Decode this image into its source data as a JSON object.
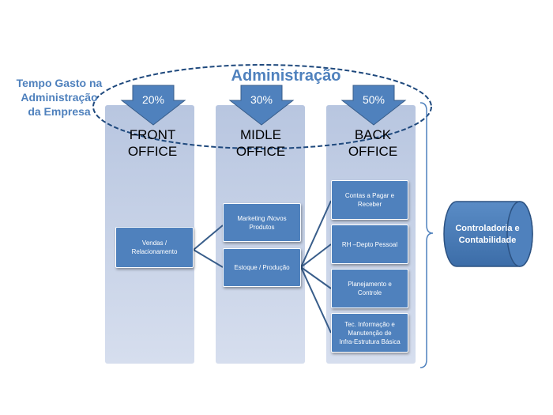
{
  "title": "Administração",
  "side_label": [
    "Tempo Gasto na",
    "Administração",
    "da Empresa"
  ],
  "columns": [
    {
      "percent": "20%",
      "line1": "FRONT",
      "line2": "OFFICE"
    },
    {
      "percent": "30%",
      "line1": "MIDLE",
      "line2": "OFFICE"
    },
    {
      "percent": "50%",
      "line1": "BACK",
      "line2": "OFFICE"
    }
  ],
  "front_boxes": [
    [
      "Vendas /",
      "Relacionamento"
    ]
  ],
  "middle_boxes": [
    [
      "Marketing /Novos",
      "Produtos"
    ],
    [
      "Estoque / Produção"
    ]
  ],
  "back_boxes": [
    [
      "Contas a Pagar e",
      "Receber"
    ],
    [
      "RH –Depto Pessoal"
    ],
    [
      "Planejamento e",
      "Controle"
    ],
    [
      "Tec. Informação e",
      "Manutenção de",
      "Infra-Estrutura Básica"
    ]
  ],
  "cylinder": [
    "Controladoria e",
    "Contabilidade"
  ],
  "colors": {
    "accent": "#4f81bd",
    "column": "#c5d0e6",
    "dark": "#385d8a",
    "title": "#4f81bd"
  }
}
